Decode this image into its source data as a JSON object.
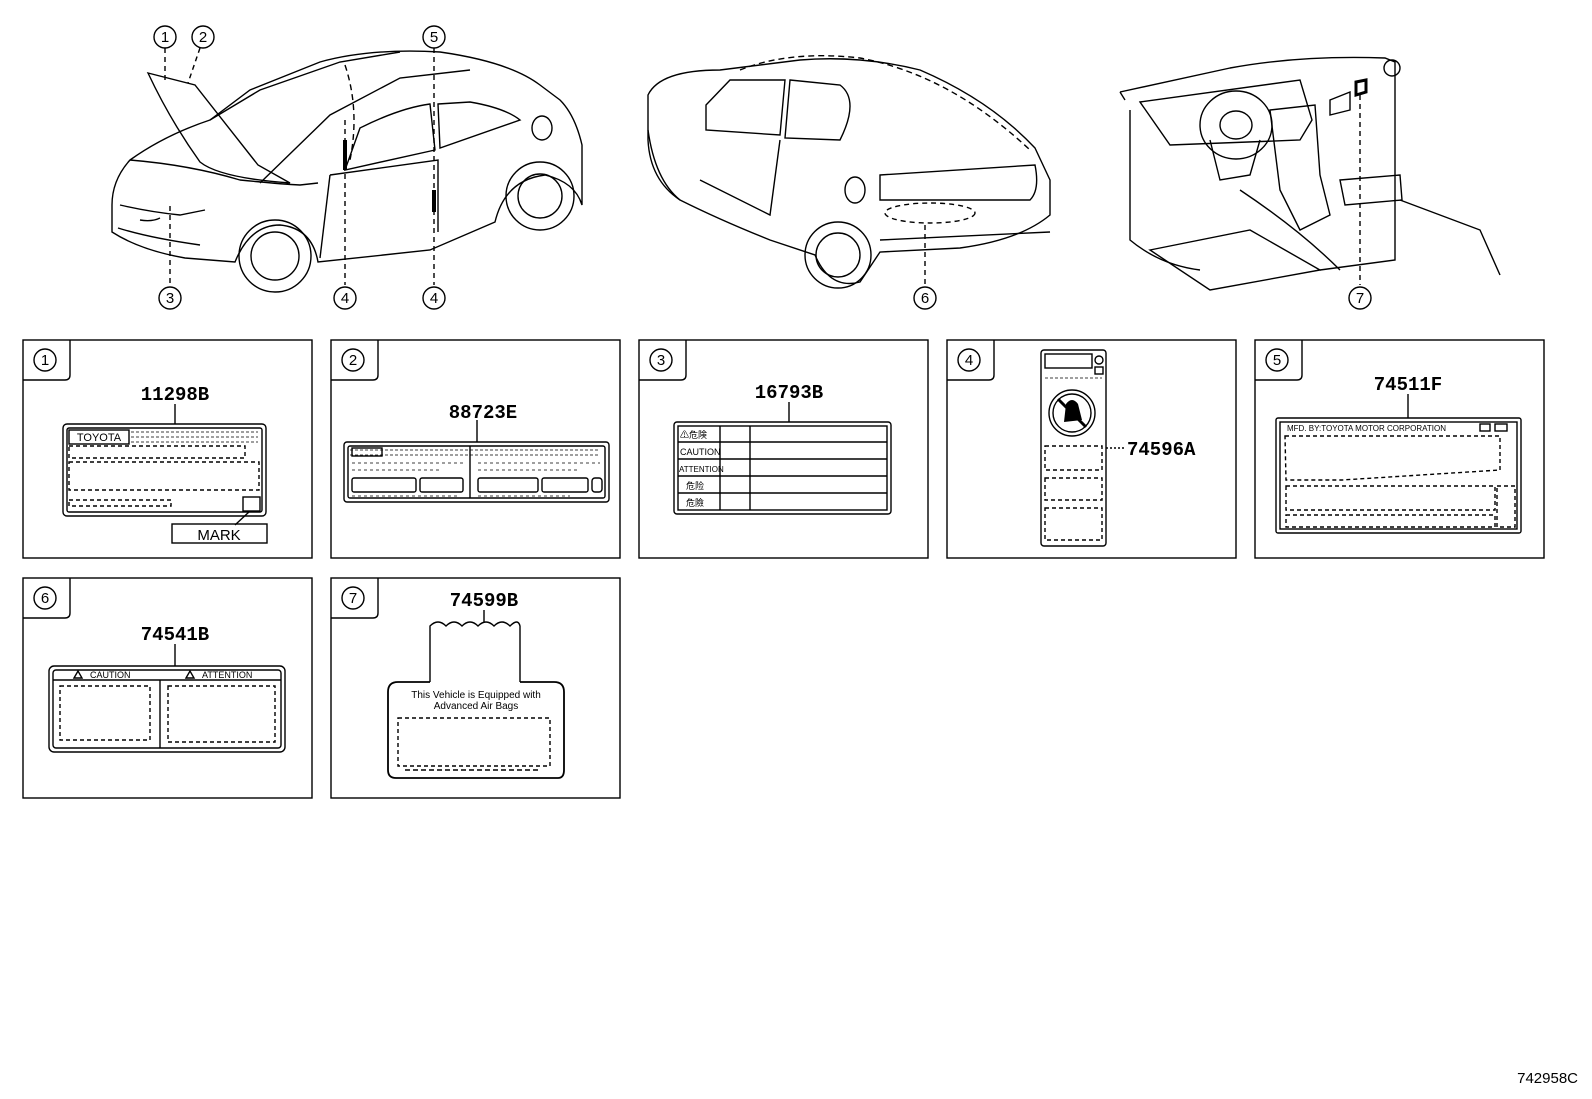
{
  "callouts": {
    "c1": "1",
    "c2": "2",
    "c3": "3",
    "c4": "4",
    "c5": "5",
    "c6": "6",
    "c7": "7"
  },
  "panels": {
    "p1": {
      "index": "1",
      "part": "11298B",
      "brand": "TOYOTA",
      "mark": "MARK"
    },
    "p2": {
      "index": "2",
      "part": "88723E"
    },
    "p3": {
      "index": "3",
      "part": "16793B",
      "rows": [
        "⚠危険",
        "CAUTION",
        "ATTENTION",
        "危险",
        "危險"
      ]
    },
    "p4": {
      "index": "4",
      "part": "74596A"
    },
    "p5": {
      "index": "5",
      "part": "74511F",
      "header": "MFD. BY:TOYOTA MOTOR CORPORATION"
    },
    "p6": {
      "index": "6",
      "part": "74541B",
      "left_header": "CAUTION",
      "right_header": "ATTENTION"
    },
    "p7": {
      "index": "7",
      "part": "74599B",
      "line1": "This Vehicle is Equipped with",
      "line2": "Advanced Air Bags"
    }
  },
  "diagram_code": "742958C"
}
